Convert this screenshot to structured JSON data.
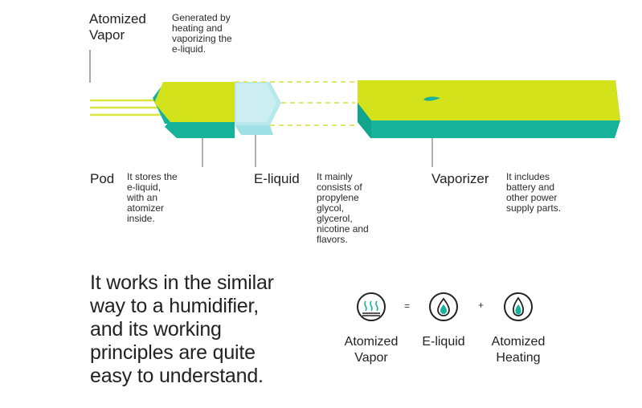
{
  "labels": {
    "atomized_vapor": {
      "title_line1": "Atomized",
      "title_line2": "Vapor",
      "desc": [
        "Generated by",
        "heating and",
        "vaporizing the",
        "e-liquid."
      ]
    },
    "pod": {
      "title": "Pod",
      "desc": [
        "It stores the",
        "e-liquid,",
        "with an",
        "atomizer",
        "inside."
      ]
    },
    "e_liquid": {
      "title": "E-liquid",
      "desc": [
        "It mainly",
        "consists of",
        "propylene",
        "glycol,",
        "glycerol,",
        "nicotine and",
        "flavors."
      ]
    },
    "vaporizer": {
      "title": "Vaporizer",
      "desc": [
        "It includes",
        "battery and",
        "other power",
        "supply parts."
      ]
    }
  },
  "summary": {
    "lines": [
      "It works in the similar",
      "way to a humidifier,",
      "and its working",
      "principles are quite",
      "easy to understand."
    ]
  },
  "equation": {
    "equals": "=",
    "plus": "+",
    "items": [
      {
        "icon": "vapor-icon",
        "line1": "Atomized",
        "line2": "Vapor"
      },
      {
        "icon": "droplet-icon",
        "line1": "E-liquid",
        "line2": ""
      },
      {
        "icon": "flame-icon",
        "line1": "Atomized",
        "line2": "Heating"
      }
    ]
  },
  "colors": {
    "lime": "#d4e21c",
    "teal": "#16b39a",
    "cyan_light": "#b6e8ec",
    "dash": "#e0e86a"
  }
}
